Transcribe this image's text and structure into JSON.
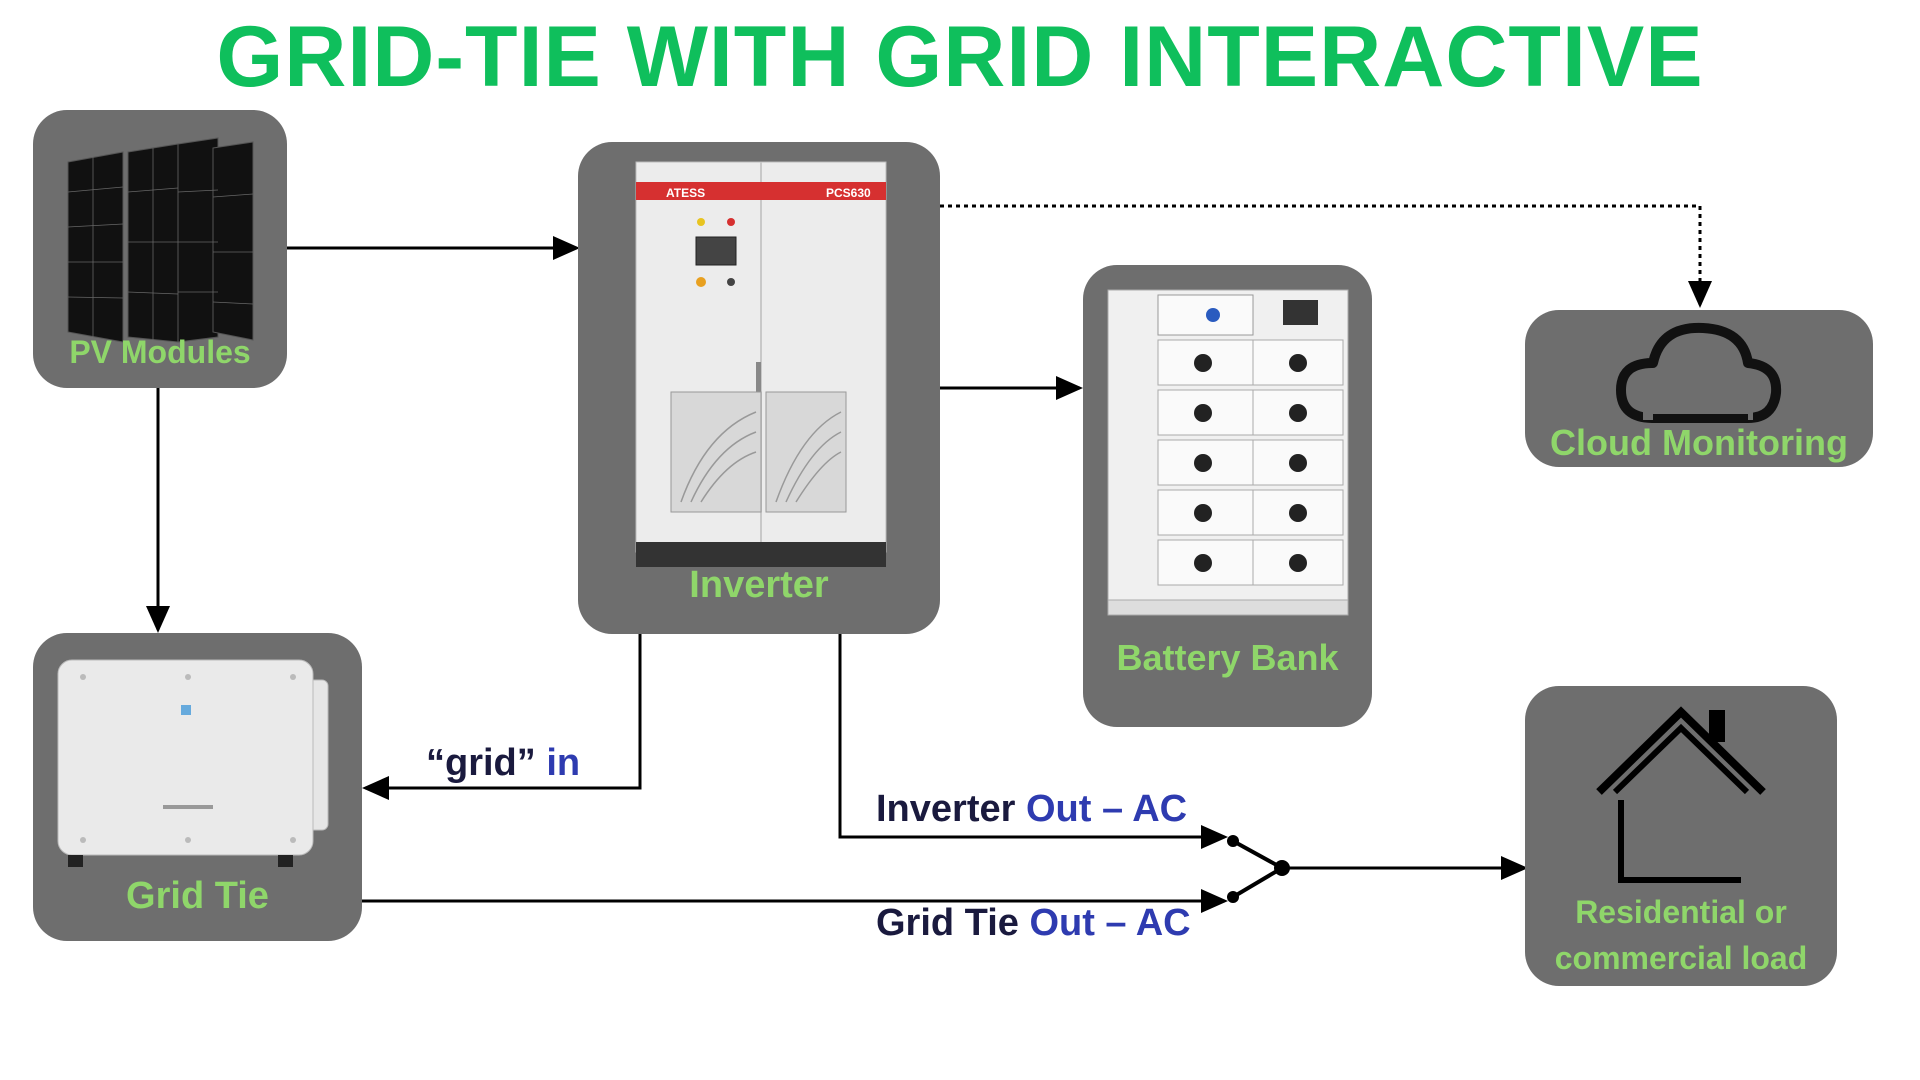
{
  "title": "GRID-TIE WITH GRID INTERACTIVE",
  "nodes": {
    "pv_modules": "PV Modules",
    "inverter": "Inverter",
    "inverter_brand": "ATESS",
    "inverter_model": "PCS630",
    "battery_bank": "Battery Bank",
    "cloud_monitoring": "Cloud Monitoring",
    "grid_tie": "Grid Tie",
    "load_line1": "Residential or",
    "load_line2": "commercial load"
  },
  "connections": {
    "grid_in_quote": "“grid”",
    "grid_in_word": "in",
    "inverter_out_a": "Inverter",
    "inverter_out_b": "Out – AC",
    "gridtie_out_a": "Grid Tie",
    "gridtie_out_b": "Out – AC"
  },
  "colors": {
    "title": "#0fbf5c",
    "node_bg": "#6e6e6e",
    "node_label": "#8fd66a",
    "label_dark": "#1a1a3e",
    "label_blue": "#2e3bb0"
  },
  "icons": [
    "solar-panel-icon",
    "inverter-cabinet-icon",
    "battery-rack-icon",
    "cloud-icon",
    "grid-tie-inverter-icon",
    "house-icon"
  ]
}
